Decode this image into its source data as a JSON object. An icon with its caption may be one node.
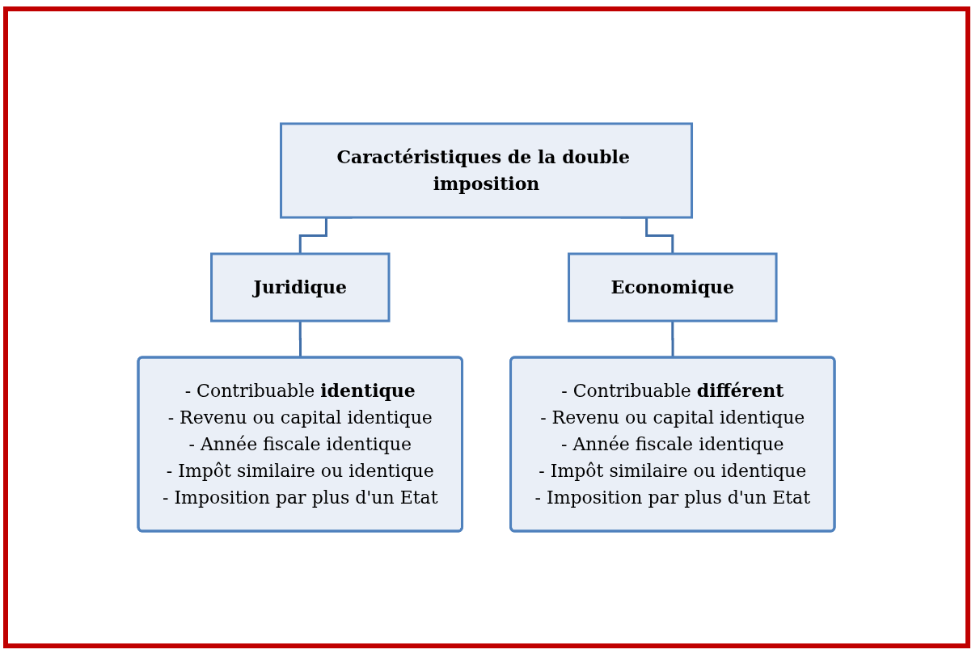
{
  "diagram": {
    "nodes": [
      {
        "text": [
          "Caractéristiques de la double imposition"
        ]
      },
      {
        "text": [
          "Juridique"
        ]
      },
      {
        "text": [
          "Economique"
        ]
      },
      {
        "text": [
          "- Contribuable **identique**",
          "- Revenu ou capital identique",
          "- Année fiscale identique",
          "- Impôt similaire ou identique",
          "- Imposition par plus d'un Etat"
        ]
      },
      {
        "text": [
          "- Contribuable **différent**",
          "- Revenu ou capital identique",
          "- Année fiscale identique",
          "- Impôt similaire ou identique",
          "- Imposition par plus d'un Etat"
        ]
      }
    ],
    "edges": [
      {
        "from": 0,
        "to": 1,
        "arrow": "none"
      },
      {
        "from": 0,
        "to": 2,
        "arrow": "none"
      },
      {
        "from": 1,
        "to": 3,
        "arrow": "none"
      },
      {
        "from": 2,
        "to": 4,
        "arrow": "none"
      }
    ]
  }
}
